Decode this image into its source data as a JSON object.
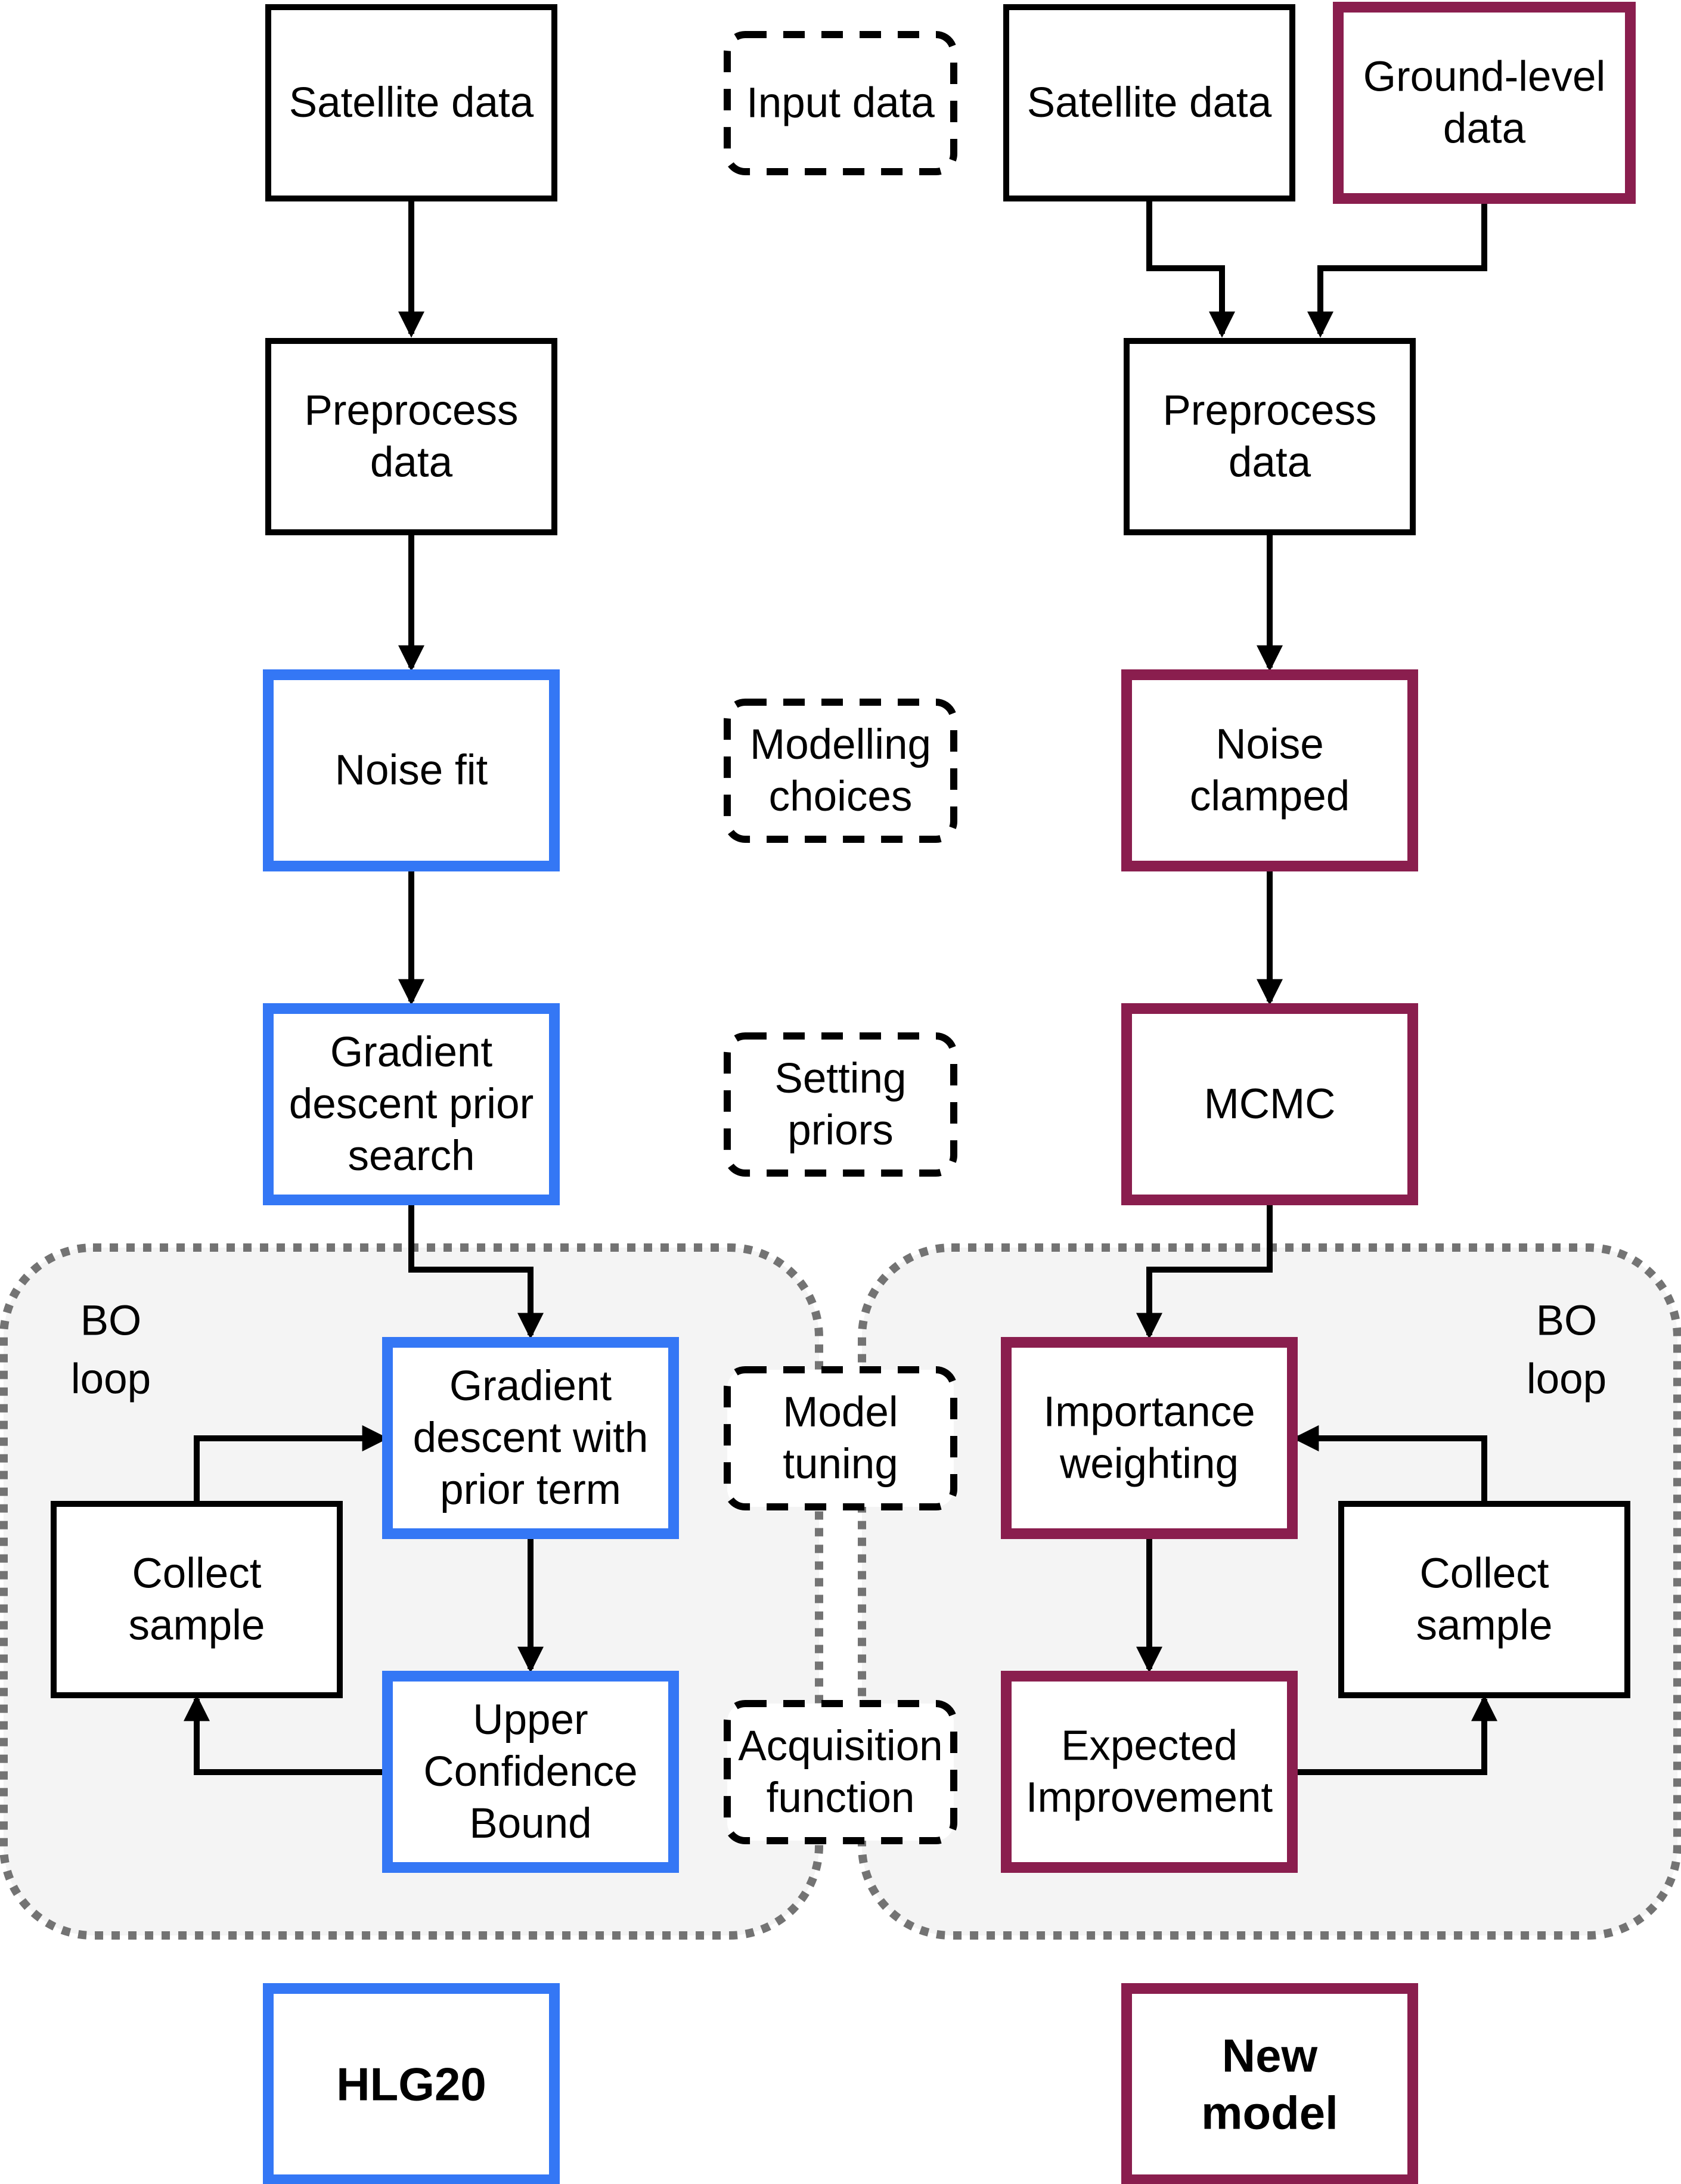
{
  "colors": {
    "hlg20_accent": "#3477f5",
    "new_model_accent": "#8a1e4e",
    "region_fill": "#f4f4f4",
    "region_border": "#737373"
  },
  "left_column": {
    "satellite": [
      "Satellite data"
    ],
    "preprocess": [
      "Preprocess",
      "data"
    ],
    "noise_fit": [
      "Noise fit"
    ],
    "gd_prior_search": [
      "Gradient",
      "descent prior",
      "search"
    ],
    "bo_loop": [
      "BO",
      "loop"
    ],
    "gd_prior_term": [
      "Gradient",
      "descent with",
      "prior term"
    ],
    "collect_sample": [
      "Collect",
      "sample"
    ],
    "ucb": [
      "Upper",
      "Confidence",
      "Bound"
    ],
    "model_label": [
      "HLG20"
    ]
  },
  "middle_column": {
    "input_data": [
      "Input data"
    ],
    "modelling_choices": [
      "Modelling",
      "choices"
    ],
    "setting_priors": [
      "Setting",
      "priors"
    ],
    "model_tuning": [
      "Model",
      "tuning"
    ],
    "acquisition_function": [
      "Acquisition",
      "function"
    ]
  },
  "right_column": {
    "satellite": [
      "Satellite data"
    ],
    "ground_level": [
      "Ground-level",
      "data"
    ],
    "preprocess": [
      "Preprocess",
      "data"
    ],
    "noise_clamped": [
      "Noise",
      "clamped"
    ],
    "mcmc": [
      "MCMC"
    ],
    "bo_loop": [
      "BO",
      "loop"
    ],
    "importance_weighting": [
      "Importance",
      "weighting"
    ],
    "collect_sample": [
      "Collect",
      "sample"
    ],
    "expected_improvement": [
      "Expected",
      "Improvement"
    ],
    "model_label": [
      "New",
      "model"
    ]
  }
}
